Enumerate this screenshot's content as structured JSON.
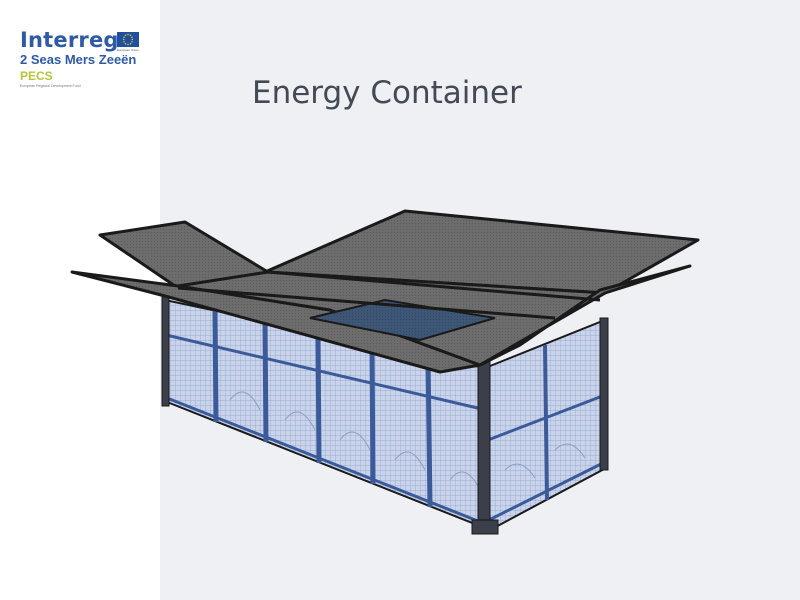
{
  "logo": {
    "brand": "Interreg",
    "program": "2 Seas Mers Zeeën",
    "project": "PECS",
    "tagline": "European Regional Development Fund",
    "flag_caption": "European Union",
    "colors": {
      "brand_blue": "#2f5aa6",
      "project_green": "#b8c43a",
      "eu_blue": "#1f4fa0",
      "eu_star": "#ffdd00"
    }
  },
  "slide": {
    "title": "Energy Container"
  },
  "illustration": {
    "subject": "energy-container-with-open-lid-flaps",
    "colors": {
      "frame": "#3b5a99",
      "mesh": "#b9c7e4",
      "lid": "#6b6b6b",
      "roof_window": "#3d5473",
      "outline": "#1a1a1a"
    }
  }
}
